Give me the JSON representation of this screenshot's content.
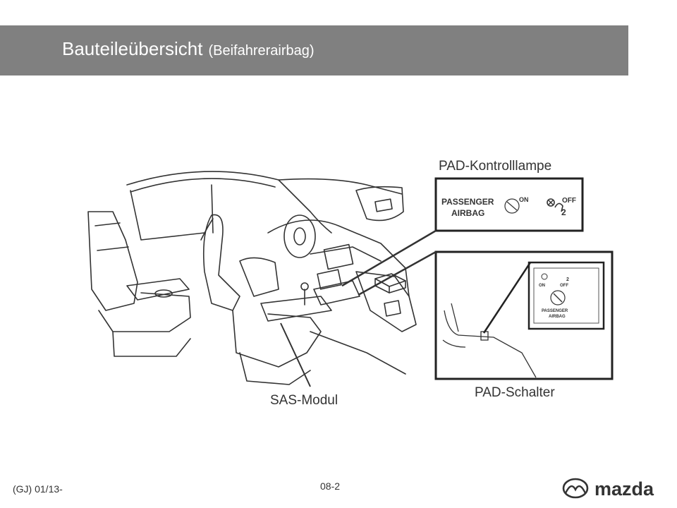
{
  "slide": {
    "title": "Bauteileübersicht",
    "subtitle": "(Beifahrerairbag)",
    "footer_left": "(GJ) 01/13-",
    "page_number": "08-2"
  },
  "labels": {
    "pad_lamp": "PAD-Kontrolllampe",
    "pad_switch": "PAD-Schalter",
    "sas_module": "SAS-Modul"
  },
  "indicator": {
    "line1": "PASSENGER",
    "line2": "AIRBAG",
    "on": "ON",
    "off": "OFF",
    "num": "2"
  },
  "switch_panel": {
    "on": "ON",
    "off": "OFF",
    "num": "2",
    "line1": "PASSENGER",
    "line2": "AIRBAG"
  },
  "brand": {
    "name": "mazda"
  },
  "colors": {
    "title_bar": "#808080",
    "line": "#333333"
  }
}
